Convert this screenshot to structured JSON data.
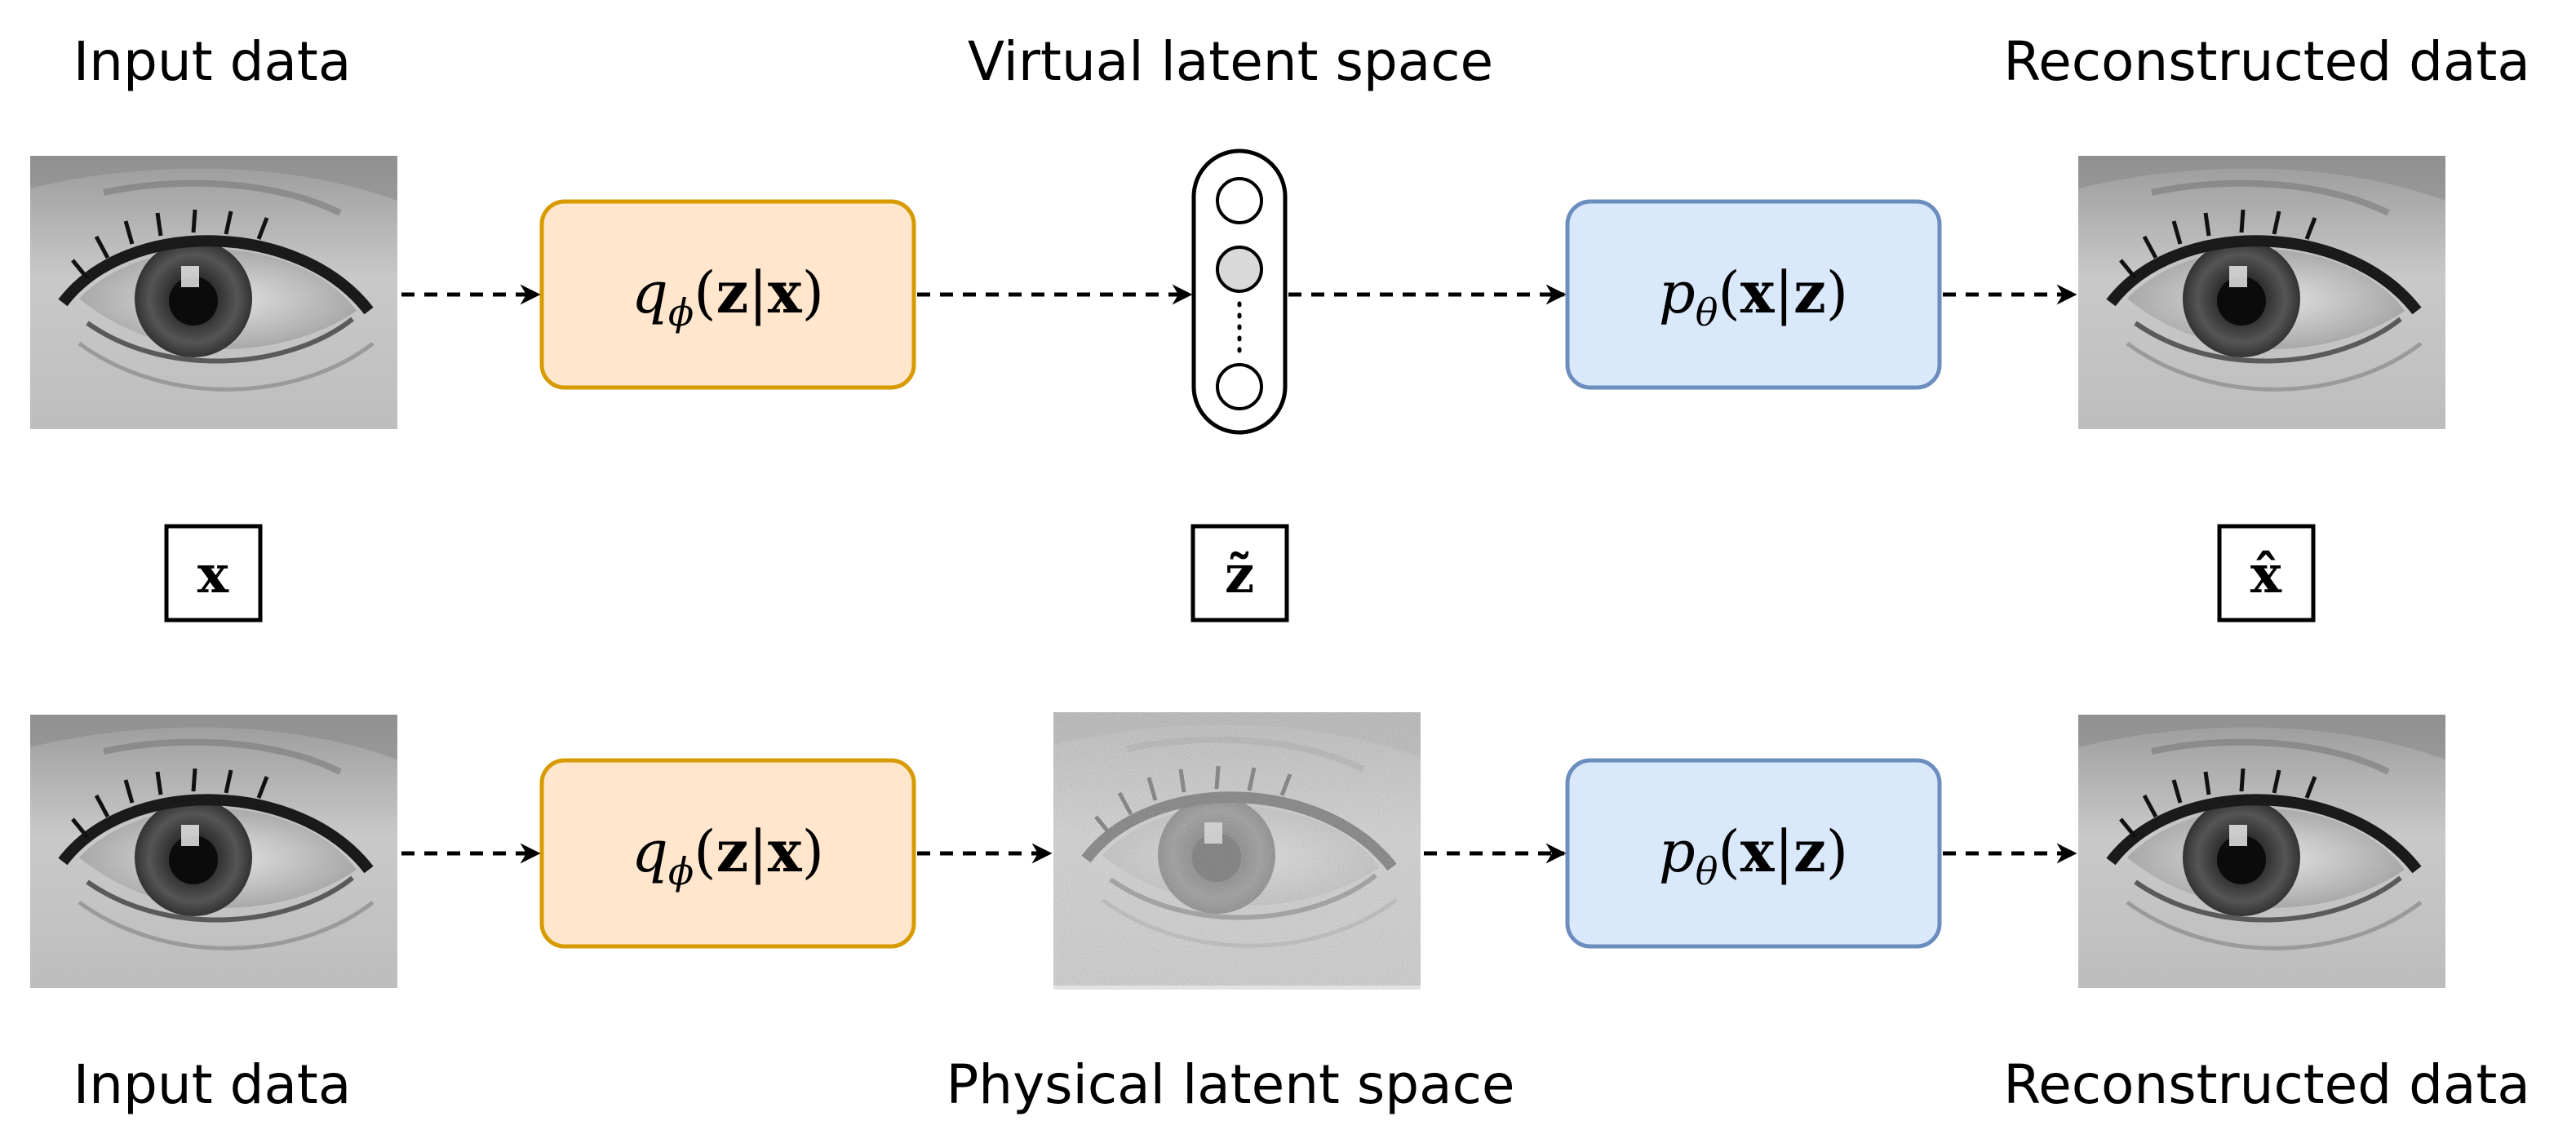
{
  "labels": {
    "top_input": "Input data",
    "top_latent": "Virtual latent space",
    "top_recon": "Reconstructed data",
    "bottom_input": "Input data",
    "bottom_latent": "Physical latent space",
    "bottom_recon": "Reconstructed data"
  },
  "encoder": {
    "fn": "q",
    "sub": "ϕ",
    "open": "(",
    "z": "z",
    "bar": "|",
    "x": "x",
    "close": ")"
  },
  "decoder": {
    "fn": "p",
    "sub": "θ",
    "open": "(",
    "x": "x",
    "bar": "|",
    "z": "z",
    "close": ")"
  },
  "symbols": {
    "input": "x",
    "latent": "z̃",
    "recon": "x̂"
  },
  "colors": {
    "encoder_fill": "#FFE6CC",
    "encoder_stroke": "#D79B00",
    "decoder_fill": "#DAE8FC",
    "decoder_stroke": "#6C8EBF",
    "node_fill": "#D9D9D9"
  }
}
